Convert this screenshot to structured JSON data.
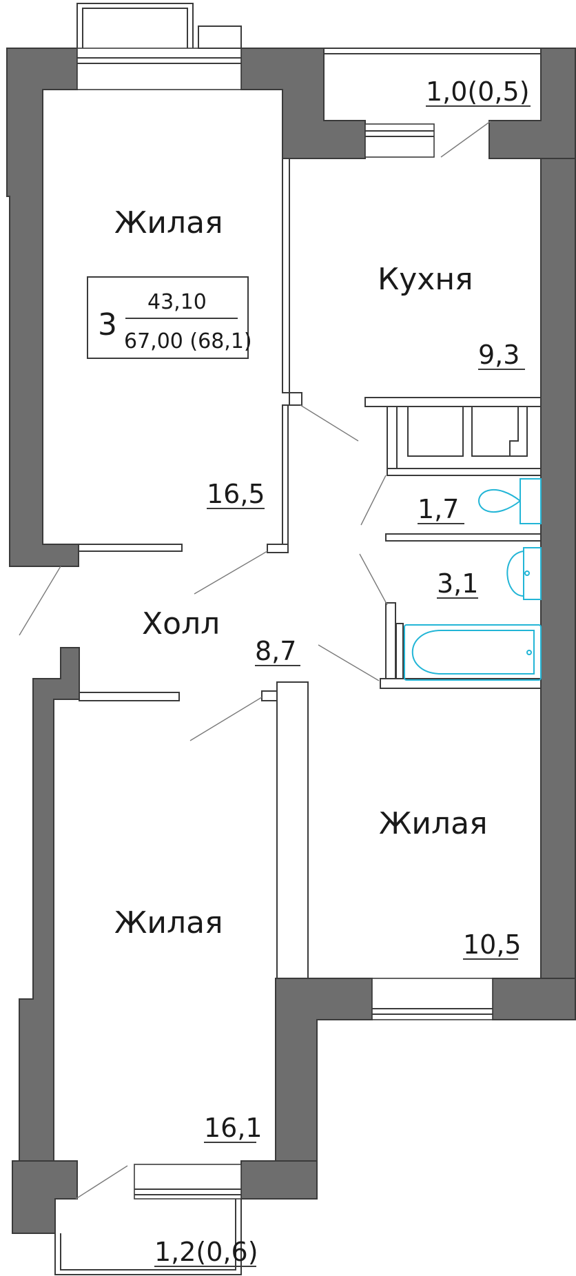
{
  "summary": {
    "rooms_count": "3",
    "living_area": "43,10",
    "total_area": "67,00 (68,1)"
  },
  "rooms": {
    "bedroom_top_left": {
      "name": "Жилая",
      "area": "16,5"
    },
    "kitchen": {
      "name": "Кухня",
      "area": "9,3"
    },
    "hall": {
      "name": "Холл",
      "area": "8,7"
    },
    "toilet": {
      "area": "1,7"
    },
    "bathroom": {
      "area": "3,1"
    },
    "bedroom_right": {
      "name": "Жилая",
      "area": "10,5"
    },
    "bedroom_bottom_left": {
      "name": "Жилая",
      "area": "16,1"
    }
  },
  "balconies": {
    "top_right": "1,0(0,5)",
    "bottom": "1,2(0,6)"
  }
}
